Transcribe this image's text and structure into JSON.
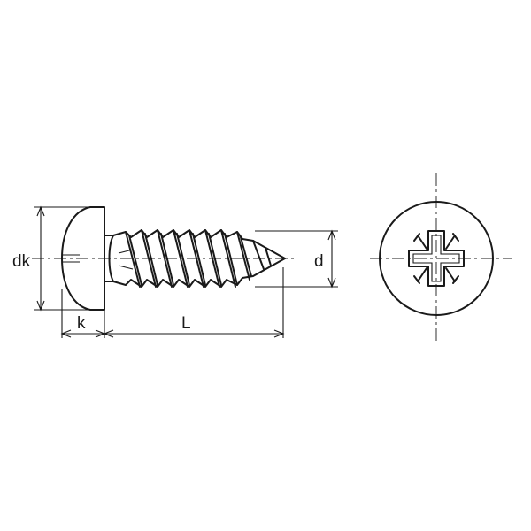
{
  "labels": {
    "head_diameter": "dk",
    "head_height": "k",
    "length": "L",
    "diameter": "d"
  },
  "colors": {
    "line": "#1a1a1a",
    "background": "#ffffff"
  },
  "drive": "pozidriv-cross"
}
